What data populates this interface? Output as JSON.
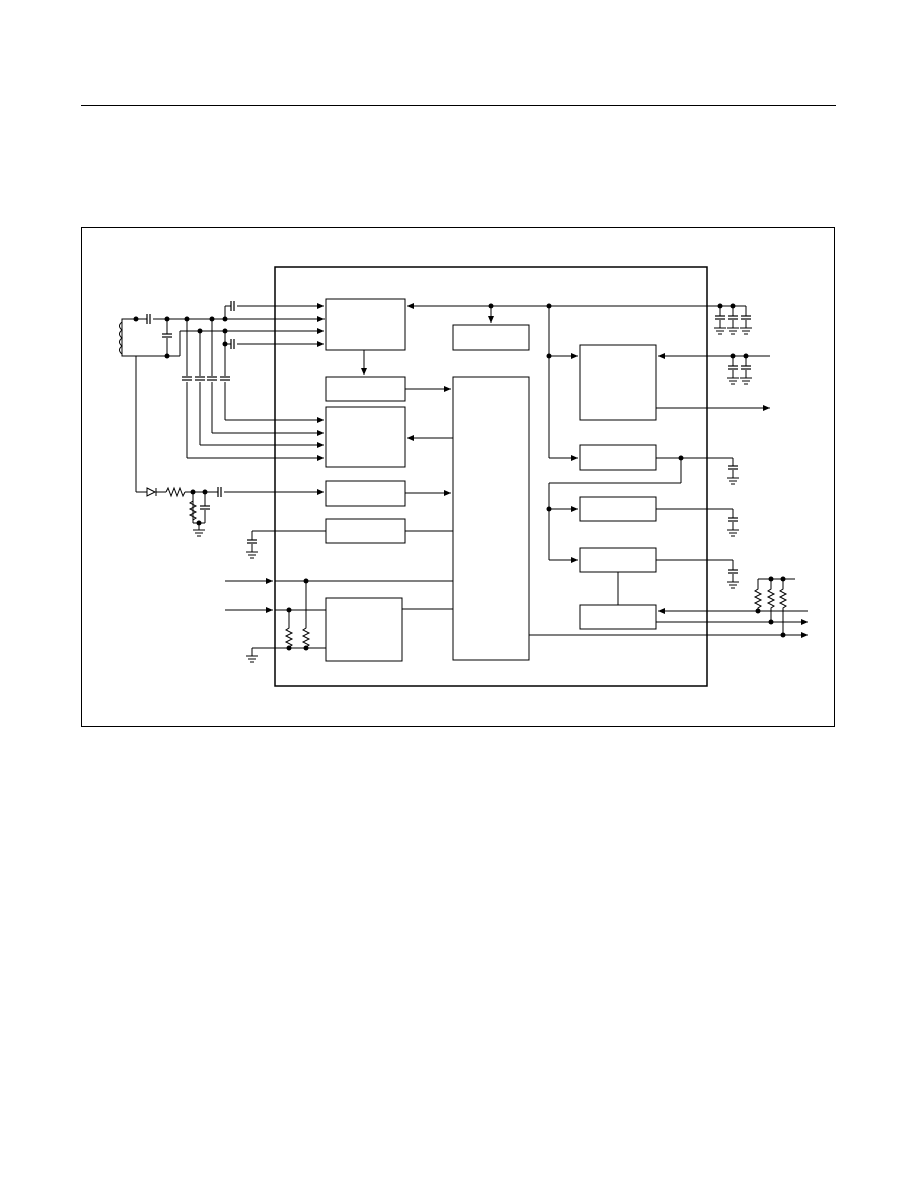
{
  "diagram": {
    "colors": {
      "stroke": "#000000",
      "background": "#ffffff"
    },
    "blocks": [
      {
        "id": "block-1"
      },
      {
        "id": "block-2"
      },
      {
        "id": "block-3"
      },
      {
        "id": "block-4"
      },
      {
        "id": "block-5"
      },
      {
        "id": "block-6"
      },
      {
        "id": "block-7"
      },
      {
        "id": "block-8"
      },
      {
        "id": "block-9"
      },
      {
        "id": "block-10"
      },
      {
        "id": "block-11"
      },
      {
        "id": "block-12"
      },
      {
        "id": "block-13"
      },
      {
        "id": "block-14"
      }
    ]
  }
}
